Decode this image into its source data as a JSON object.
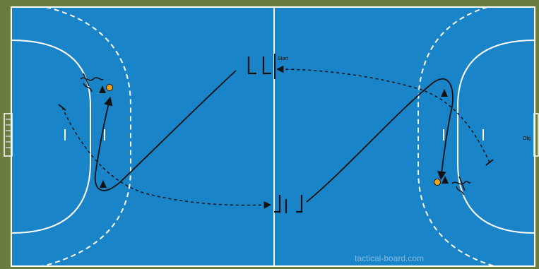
{
  "board": {
    "start_label": "Start",
    "obj_label": "Obj",
    "watermark": "tactical-board.com"
  },
  "colors": {
    "court": "#1a84c8",
    "border": "#6b7d3e",
    "lines": "#ffffff",
    "path": "#111111",
    "ball": "#f2a21b"
  }
}
